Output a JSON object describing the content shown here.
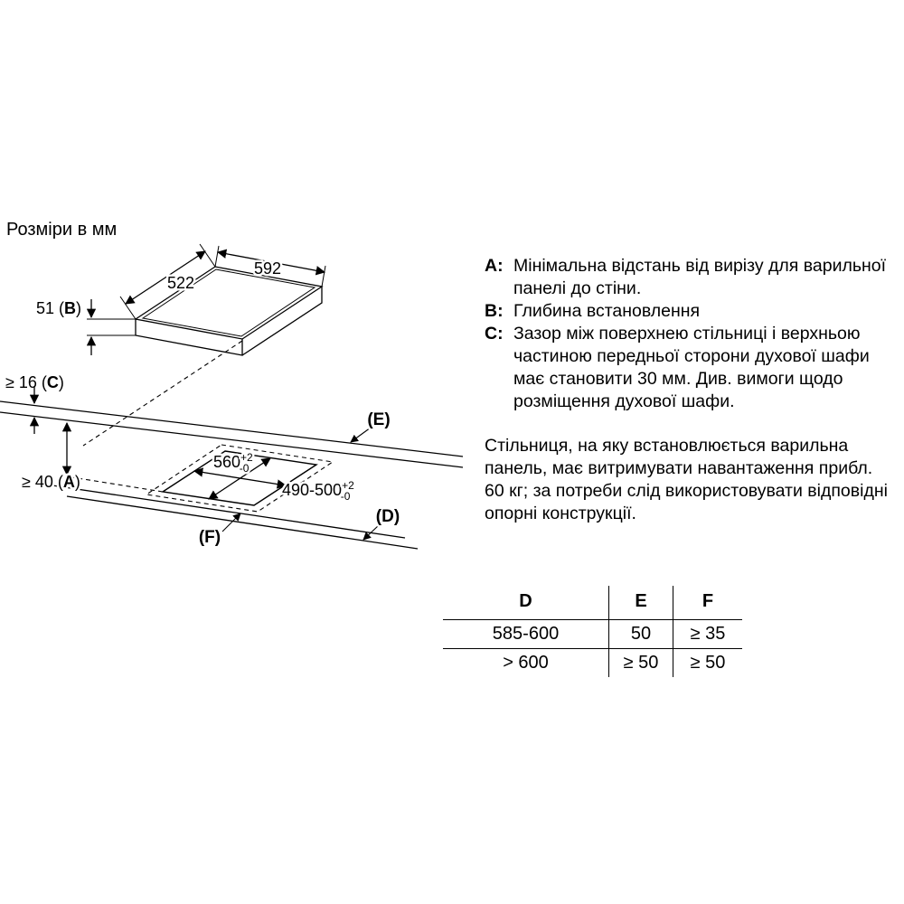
{
  "page": {
    "title": "Розміри в мм"
  },
  "diagram": {
    "dim_592": "592",
    "dim_522": "522",
    "dim_51_pre": "51 (",
    "dim_51_key": "B",
    "dim_51_post": ")",
    "dim_16_pre": "≥ 16 (",
    "dim_16_key": "C",
    "dim_16_post": ")",
    "dim_40_pre": "≥ 40 (",
    "dim_40_key": "A",
    "dim_40_post": ")",
    "cutout_width": "560",
    "cutout_depth": "490-500",
    "tol_plus": "+2",
    "tol_minus": "-0",
    "label_e": "(E)",
    "label_d": "(D)",
    "label_f": "(F)"
  },
  "definitions": [
    {
      "key": "A:",
      "text": "Мінімальна відстань від вирізу для варильної панелі до стіни."
    },
    {
      "key": "B:",
      "text": "Глибина встановлення"
    },
    {
      "key": "C:",
      "text": "Зазор між поверхнею стільниці і верхньою частиною передньої сторони духової шафи має становити 30 мм. Див. вимоги щодо розміщення духової шафи."
    }
  ],
  "note": "Стільниця, на яку встановлюється варильна панель, має витримувати навантаження прибл. 60 кг; за потреби слід використовувати відповідні опорні конструкції.",
  "table": {
    "headers": [
      "D",
      "E",
      "F"
    ],
    "rows": [
      [
        "585-600",
        "50",
        "≥ 35"
      ],
      [
        "> 600",
        "≥ 50",
        "≥ 50"
      ]
    ]
  }
}
